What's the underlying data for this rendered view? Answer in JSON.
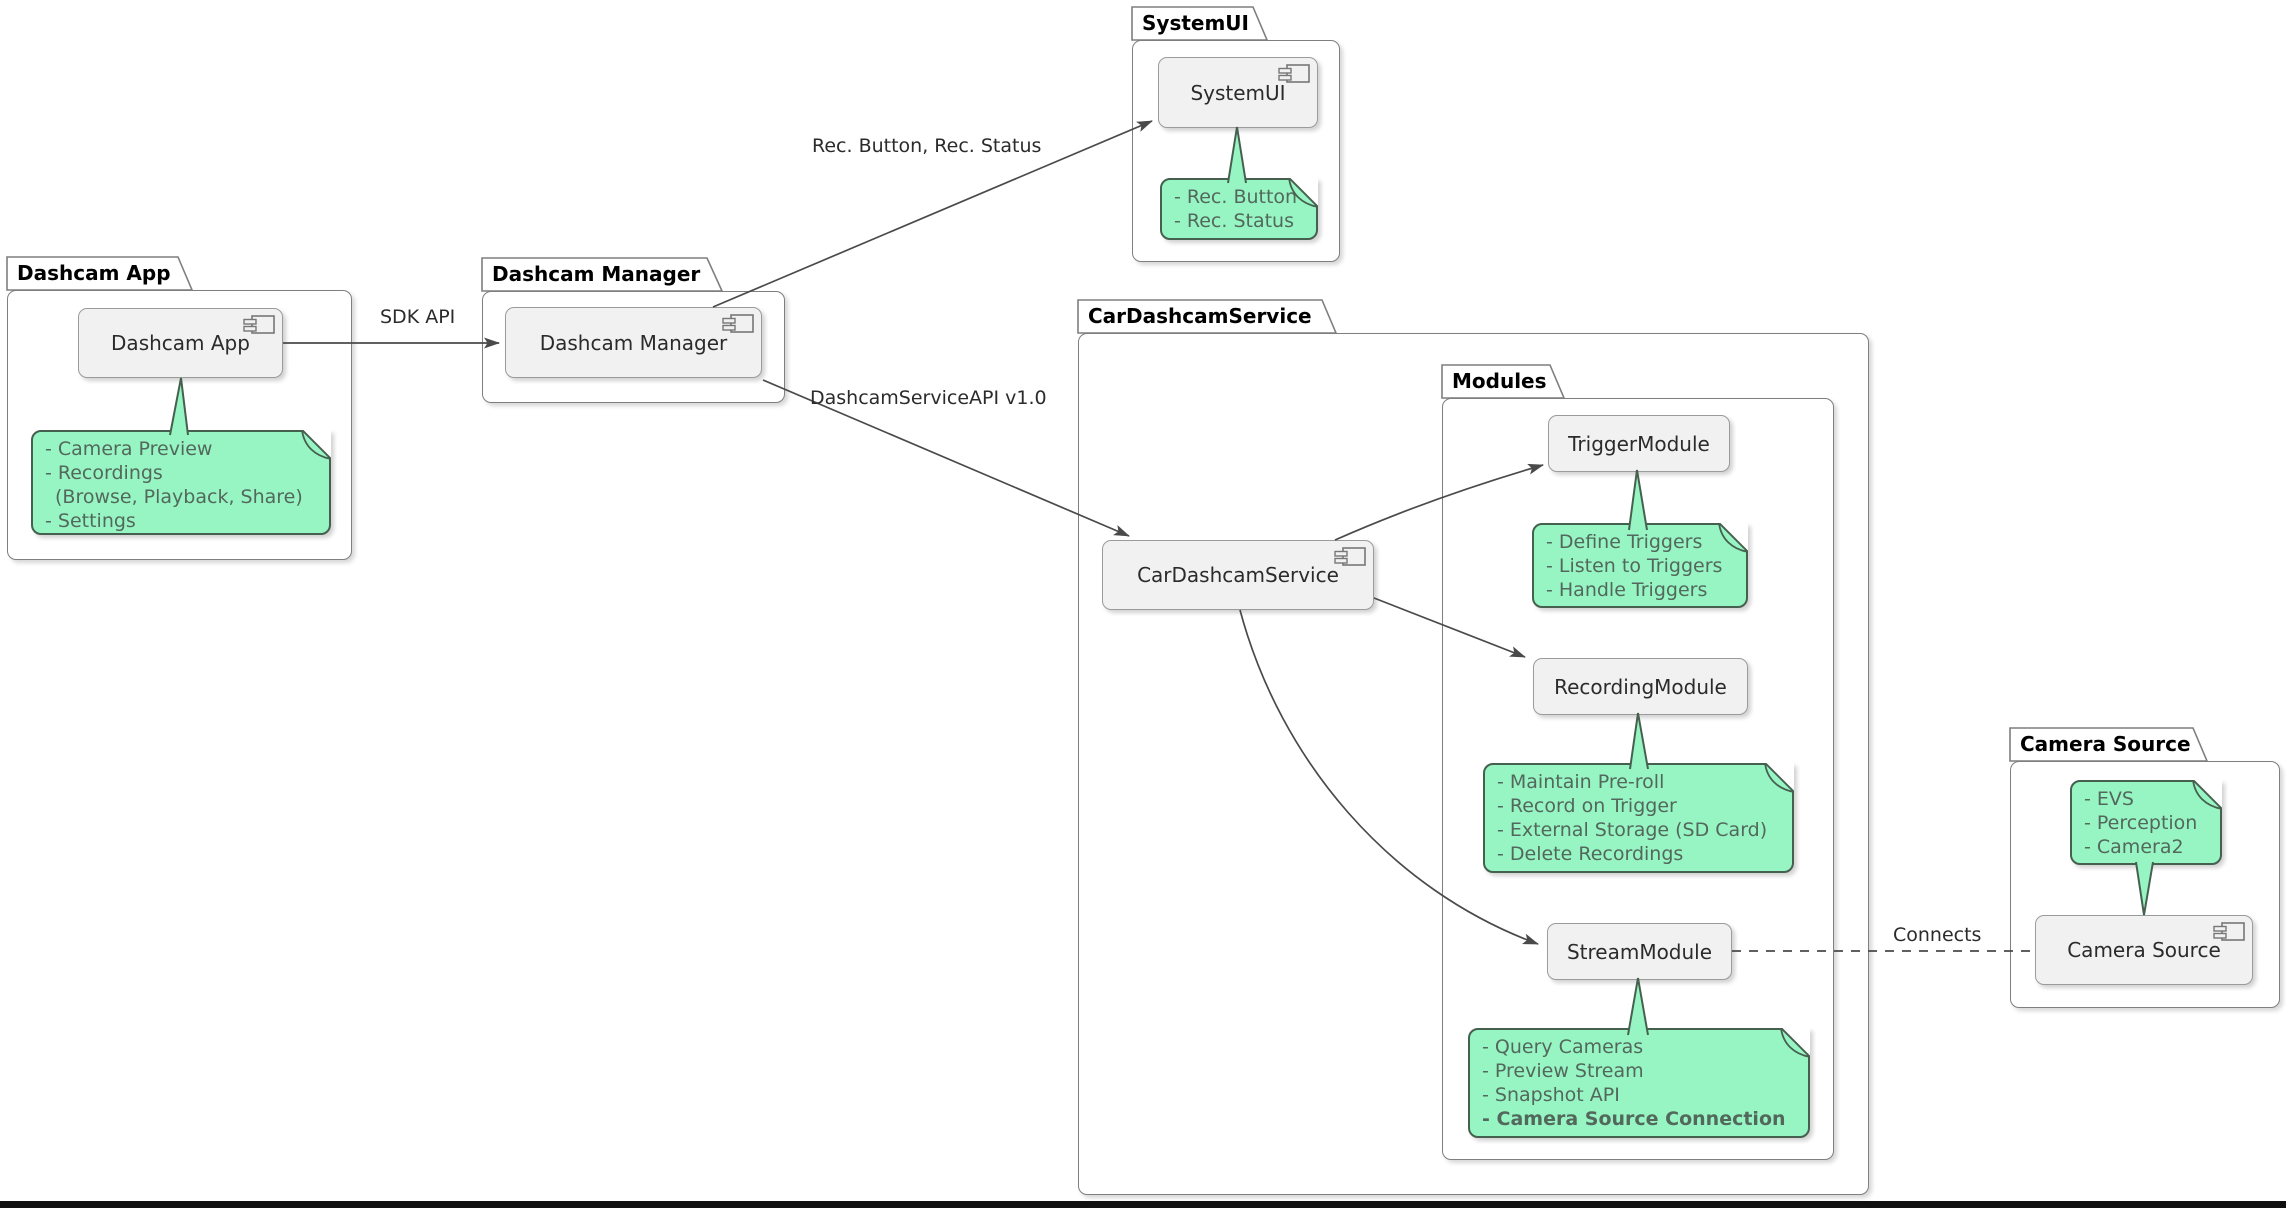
{
  "packages": {
    "dashcam_app": {
      "title": "Dashcam App",
      "component": "Dashcam App",
      "note": [
        "- Camera Preview",
        "- Recordings",
        "(Browse, Playback, Share)",
        "- Settings"
      ]
    },
    "dashcam_manager": {
      "title": "Dashcam Manager",
      "component": "Dashcam Manager"
    },
    "system_ui": {
      "title": "SystemUI",
      "component": "SystemUI",
      "note": [
        "- Rec. Button",
        "- Rec. Status"
      ]
    },
    "car_dashcam_service": {
      "title": "CarDashcamService",
      "component": "CarDashcamService"
    },
    "modules": {
      "title": "Modules",
      "trigger": {
        "component": "TriggerModule",
        "note": [
          "- Define Triggers",
          "- Listen to Triggers",
          "- Handle Triggers"
        ]
      },
      "recording": {
        "component": "RecordingModule",
        "note": [
          "- Maintain Pre-roll",
          "- Record on Trigger",
          "- External Storage (SD Card)",
          "- Delete Recordings"
        ]
      },
      "stream": {
        "component": "StreamModule",
        "note": [
          "- Query Cameras",
          "- Preview Stream",
          "- Snapshot API",
          "- Camera Source Connection"
        ]
      }
    },
    "camera_source": {
      "title": "Camera Source",
      "component": "Camera Source",
      "note": [
        "- EVS",
        "- Perception",
        "- Camera2"
      ]
    }
  },
  "edges": {
    "sdk_api": {
      "label": "SDK API"
    },
    "rec_button_status": {
      "label": "Rec. Button, Rec. Status"
    },
    "dashcam_service_api": {
      "label": "DashcamServiceAPI v1.0"
    },
    "connects": {
      "label": "Connects"
    }
  },
  "colors": {
    "note_fill": "#97F5C3",
    "note_border": "#46604F",
    "note_text": "#53685C",
    "component_fill": "#F1F1F1",
    "component_border": "#9B9B9B",
    "package_border": "#7F7F7F",
    "line_color": "#4A4A4A",
    "bottom_bar": "#101010"
  }
}
